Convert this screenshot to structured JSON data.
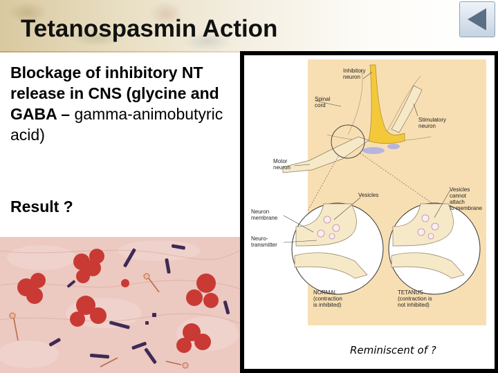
{
  "slide": {
    "title": "Tetanospasmin Action",
    "body_bold": "Blockage of inhibitory NT release in CNS (glycine and GABA – ",
    "body_regular": "gamma-animobutyric acid)",
    "result": "Result ?",
    "caption": "Reminiscent of ?"
  },
  "diagram": {
    "labels": {
      "inhibitory_neuron_1": "Inhibitory",
      "inhibitory_neuron_2": "neuron",
      "spinal_cord_1": "Spinal",
      "spinal_cord_2": "cord",
      "stimulatory_neuron_1": "Stimulatory",
      "stimulatory_neuron_2": "neuron",
      "motor_neuron_1": "Motor",
      "motor_neuron_2": "neuron",
      "vesicles": "Vesicles",
      "vesicles_cannot_1": "Vesicles",
      "vesicles_cannot_2": "cannot",
      "vesicles_cannot_3": "attach",
      "vesicles_cannot_4": "to membrane",
      "neuron_membrane_1": "Neuron",
      "neuron_membrane_2": "membrane",
      "neurotransmitter_1": "Neuro-",
      "neurotransmitter_2": "transmitter",
      "normal_1": "NORMAL",
      "normal_2": "(contraction",
      "normal_3": "is inhibited)",
      "tetanus_1": "TETANUS",
      "tetanus_2": "(contraction is",
      "tetanus_3": "not inhibited)"
    }
  },
  "colors": {
    "diagram_panel": "#f8dfb3",
    "nerve": "#f6e9c8",
    "inhibitory_neuron": "#f3c93a",
    "smear_background": "#ecc9c1",
    "cell_nucleus": "#c93a35",
    "bacillus": "#3f2a55"
  },
  "icons": {
    "back_button": "back-arrow-icon"
  }
}
